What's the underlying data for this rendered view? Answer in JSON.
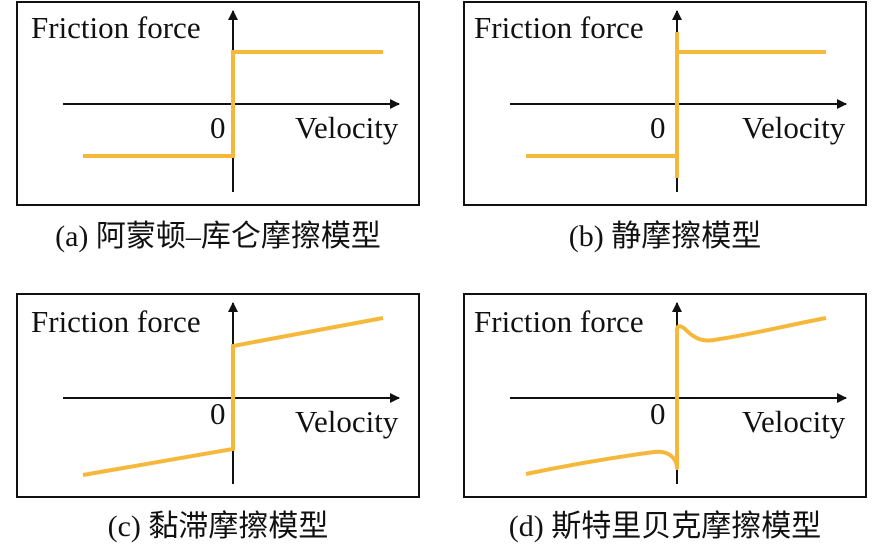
{
  "colors": {
    "curve": "#F5B83B",
    "axis": "#111111",
    "frame": "#111111"
  },
  "panels": [
    {
      "ylabel": "Friction force",
      "xlabel": "Velocity",
      "origin": "0",
      "caption": "(a) 阿蒙顿–库仑摩擦模型",
      "model": "coulomb"
    },
    {
      "ylabel": "Friction force",
      "xlabel": "Velocity",
      "origin": "0",
      "caption": "(b) 静摩擦模型",
      "model": "static"
    },
    {
      "ylabel": "Friction force",
      "xlabel": "Velocity",
      "origin": "0",
      "caption": "(c) 黏滞摩擦模型",
      "model": "viscous"
    },
    {
      "ylabel": "Friction force",
      "xlabel": "Velocity",
      "origin": "0",
      "caption": "(d) 斯特里贝克摩擦模型",
      "model": "stribeck"
    }
  ]
}
